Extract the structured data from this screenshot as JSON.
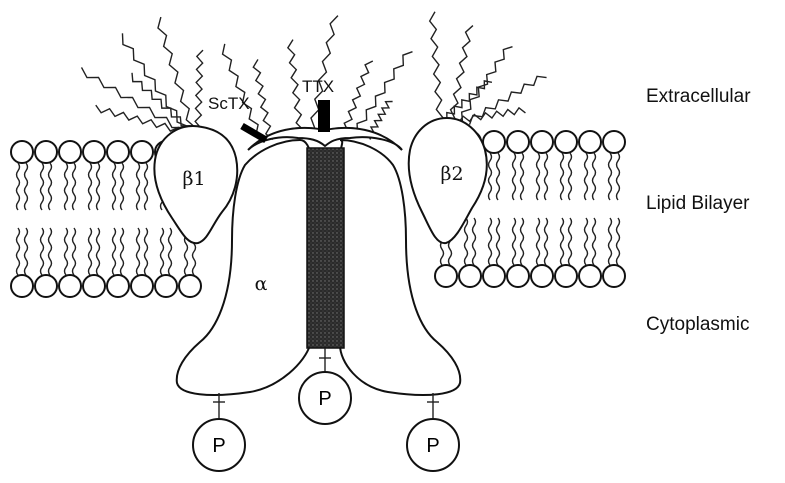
{
  "labels": {
    "extracellular": "Extracellular",
    "lipid_bilayer": "Lipid Bilayer",
    "cytoplasmic": "Cytoplasmic",
    "sctx": "ScTX",
    "ttx": "TTX",
    "alpha": "α",
    "beta1": "β1",
    "beta2": "β2",
    "p": "P"
  }
}
